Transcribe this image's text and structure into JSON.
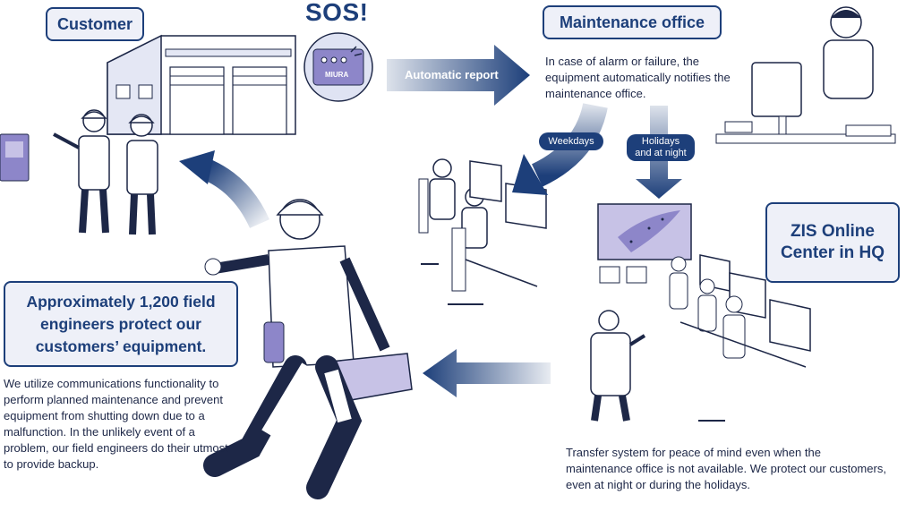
{
  "customer": {
    "title": "Customer"
  },
  "alert": {
    "sos": "SOS!",
    "brand": "MIURA"
  },
  "automatic_report": {
    "label": "Automatic report"
  },
  "maintenance_office": {
    "title": "Maintenance office",
    "description": "In case of alarm or failure, the equipment automatically notifies the maintenance office."
  },
  "routes": {
    "weekdays": "Weekdays",
    "holidays_line1": "Holidays",
    "holidays_line2": "and at night"
  },
  "zis_center": {
    "title_line1": "ZIS Online",
    "title_line2": "Center in HQ"
  },
  "field_engineers": {
    "title_line1": "Approximately 1,200 field",
    "title_line2": "engineers protect our",
    "title_line3": "customers’ equipment.",
    "description": "We utilize communications functionality to perform planned maintenance and prevent equipment from shutting down due to a malfunction. In the unlikely event of a problem, our field engineers do their utmost to provide backup."
  },
  "transfer": {
    "description": "Transfer system for peace of mind even when the maintenance office is not available. We protect our customers, even at night or during the holidays."
  },
  "colors": {
    "navy": "#1d3f7a",
    "light_blue": "#d8def0",
    "lavender": "#c7c2e6",
    "purple_panel": "#8d86c9"
  }
}
